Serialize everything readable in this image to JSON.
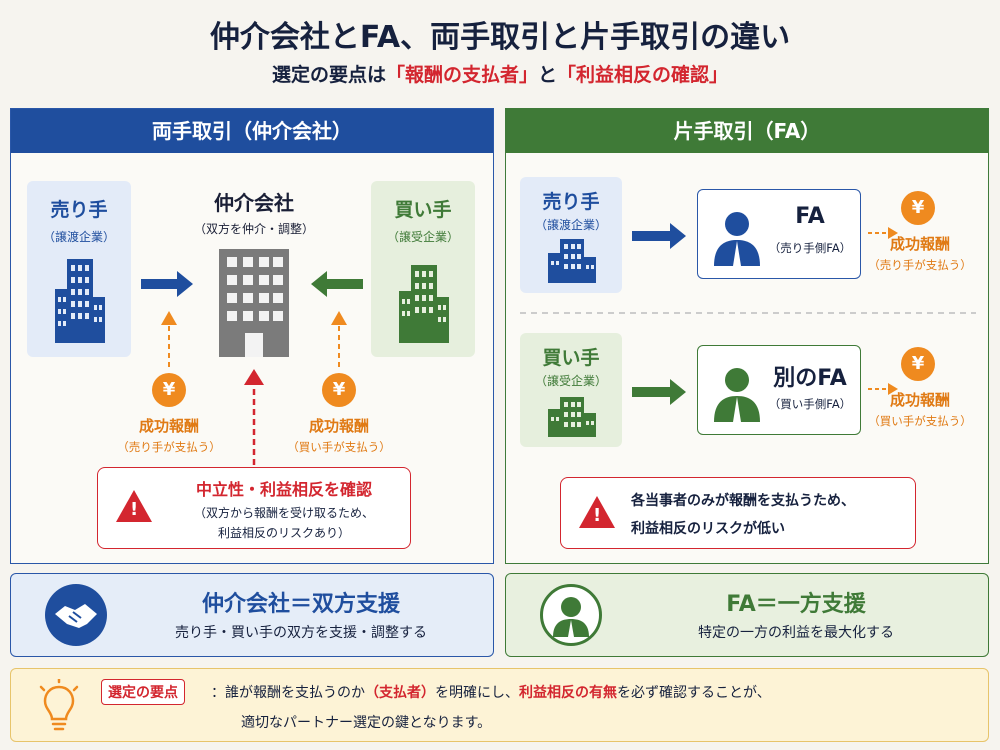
{
  "header": {
    "title": "仲介会社とFA、両手取引と片手取引の違い",
    "subtitle_prefix": "選定の要点は",
    "subtitle_hl1": "「報酬の支払者」",
    "subtitle_mid": "と",
    "subtitle_hl2": "「利益相反の確認」"
  },
  "left": {
    "header": "両手取引（仲介会社）",
    "seller_name": "売り手",
    "seller_sub": "（譲渡企業）",
    "buyer_name": "買い手",
    "buyer_sub": "（譲受企業）",
    "broker_name": "仲介会社",
    "broker_sub": "（双方を仲介・調整）",
    "fee_left_title": "成功報酬",
    "fee_left_sub": "（売り手が支払う）",
    "fee_right_title": "成功報酬",
    "fee_right_sub": "（買い手が支払う）",
    "yen": "¥",
    "warn_title": "中立性・利益相反を確認",
    "warn_line1": "（双方から報酬を受け取るため、",
    "warn_line2": "利益相反のリスクあり）"
  },
  "right": {
    "header": "片手取引（FA）",
    "seller_name": "売り手",
    "seller_sub": "（譲渡企業）",
    "fa1_name": "FA",
    "fa1_sub": "（売り手側FA）",
    "fee1_title": "成功報酬",
    "fee1_sub": "（売り手が支払う）",
    "buyer_name": "買い手",
    "buyer_sub": "（譲受企業）",
    "fa2_name": "別のFA",
    "fa2_sub": "（買い手側FA）",
    "fee2_title": "成功報酬",
    "fee2_sub": "（買い手が支払う）",
    "yen": "¥",
    "warn_line1": "各当事者のみが報酬を支払うため、",
    "warn_line2": "利益相反のリスクが低い"
  },
  "summary": {
    "left_title": "仲介会社＝双方支援",
    "left_desc": "売り手・買い手の双方を支援・調整する",
    "right_title": "FA＝一方支援",
    "right_desc": "特定の一方の利益を最大化する"
  },
  "tip": {
    "tag": "選定の要点",
    "p1": "：誰が報酬を支払うのか",
    "p2": "（支払者）",
    "p3": "を明確にし、",
    "p4": "利益相反の有無",
    "p5": "を必ず確認することが、",
    "line2": "適切なパートナー選定の鍵となります。"
  },
  "colors": {
    "blue": "#1f4e9e",
    "green": "#3f7a37",
    "red": "#d3262f",
    "orange": "#ef8a1f"
  }
}
